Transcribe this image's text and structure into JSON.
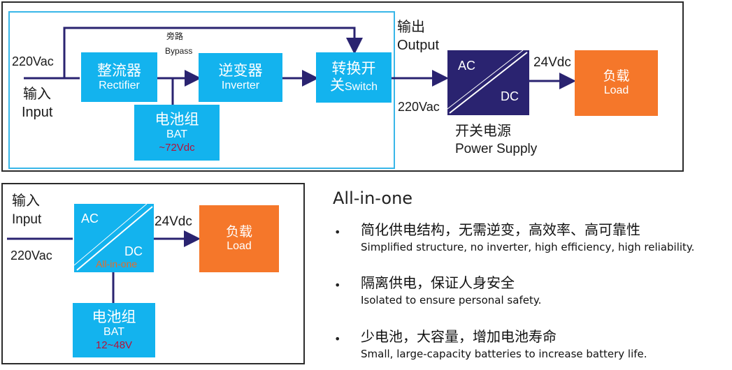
{
  "top": {
    "bypass_cn": "旁路",
    "bypass_en": "Bypass",
    "input_voltage": "220Vac",
    "input_cn": "输入",
    "input_en": "Input",
    "rectifier": {
      "cn": "整流器",
      "en": "Rectifier"
    },
    "inverter": {
      "cn": "逆变器",
      "en": "Inverter"
    },
    "switch": {
      "cn_line1": "转换开",
      "cn_line2": "关",
      "en": "Switch"
    },
    "battery": {
      "cn": "电池组",
      "en": "BAT",
      "voltage": "~72Vdc"
    },
    "output_cn": "输出",
    "output_en": "Output",
    "output_voltage": "220Vac",
    "psu": {
      "ac": "AC",
      "dc": "DC",
      "cn": "开关电源",
      "en": "Power Supply"
    },
    "dc_voltage": "24Vdc",
    "load": {
      "cn": "负载",
      "en": "Load"
    }
  },
  "bottom": {
    "input_cn": "输入",
    "input_en": "Input",
    "input_voltage": "220Vac",
    "converter": {
      "ac": "AC",
      "dc": "DC",
      "tag": "All-in-one"
    },
    "dc_voltage": "24Vdc",
    "load": {
      "cn": "负载",
      "en": "Load"
    },
    "battery": {
      "cn": "电池组",
      "en": "BAT",
      "voltage": "12~48V"
    }
  },
  "features": {
    "title": "All-in-one",
    "items": [
      {
        "cn": "简化供电结构，无需逆变，高效率、高可靠性",
        "en": "Simplified structure, no inverter, high efficiency, high reliability."
      },
      {
        "cn": "隔离供电，保证人身安全",
        "en": "Isolated to ensure personal safety."
      },
      {
        "cn": "少电池，大容量，增加电池寿命",
        "en": "Small, large-capacity batteries to increase battery life."
      }
    ]
  },
  "colors": {
    "blue": "#13b3ee",
    "navy": "#2a2370",
    "orange": "#f5772a",
    "arrow": "#2a2370",
    "battery_voltage": "#b5123a"
  }
}
